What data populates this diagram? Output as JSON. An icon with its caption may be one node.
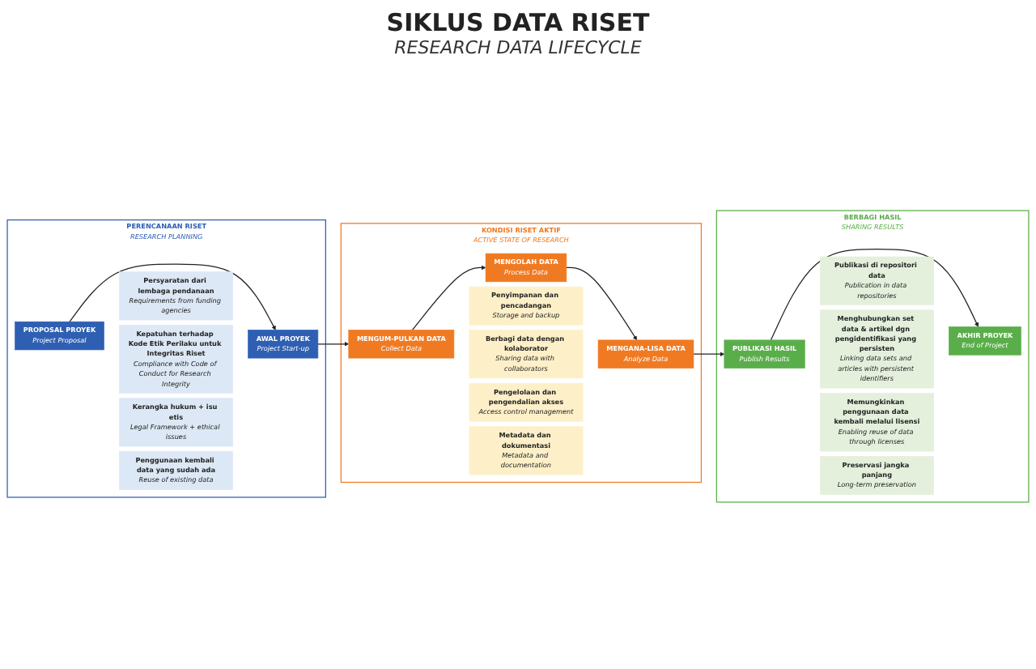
{
  "diagram": {
    "title": "SIKLUS DATA RISET",
    "nodes": [
      {
        "text": [
          "PERENCANAAN RISET",
          "RESEARCH PLANNING"
        ]
      },
      {
        "text": [
          "PROPOSAL PROYEK",
          "Project Proposal"
        ],
        "in": 0
      },
      {
        "text": [
          "AWAL PROYEK",
          "Project Start-up"
        ],
        "in": 0
      },
      {
        "text": [
          "Persyaratan dari lembaga pendanaan",
          "Requirements from funding agencies"
        ],
        "in": 0
      },
      {
        "text": [
          "Kepatuhan terhadap Kode Etik Perilaku untuk Integritas Riset",
          "Compliance with Code of Conduct for Research Integrity"
        ],
        "in": 0
      },
      {
        "text": [
          "Kerangka hukum + isu etis",
          "Legal Framework + ethical issues"
        ],
        "in": 0
      },
      {
        "text": [
          "Penggunaan kembali data yang sudah ada",
          "Reuse of existing data"
        ],
        "in": 0
      },
      {
        "text": [
          "KONDISI RISET AKTIF",
          "ACTIVE STATE OF RESEARCH"
        ]
      },
      {
        "text": [
          "MENGUM-PULKAN DATA",
          "Collect Data"
        ],
        "in": 7
      },
      {
        "text": [
          "MENGOLAH DATA",
          "Process Data"
        ],
        "in": 7
      },
      {
        "text": [
          "MENGANA-LISA DATA",
          "Analyze Data"
        ],
        "in": 7
      },
      {
        "text": [
          "Penyimpanan dan pencadangan",
          "Storage and backup"
        ],
        "in": 7
      },
      {
        "text": [
          "Berbagi data dengan kolaborator",
          "Sharing data with collaborators"
        ],
        "in": 7
      },
      {
        "text": [
          "Pengelolaan dan pengendalian akses",
          "Access control management"
        ],
        "in": 7
      },
      {
        "text": [
          "Metadata dan dokumentasi",
          "Metadata and documentation"
        ],
        "in": 7
      },
      {
        "text": [
          "BERBAGI HASIL",
          "SHARING RESULTS"
        ]
      },
      {
        "text": [
          "PUBLIKASI HASIL",
          "Publish Results"
        ],
        "in": 15
      },
      {
        "text": [
          "AKHIR PROYEK",
          "End of Project"
        ],
        "in": 15
      },
      {
        "text": [
          "Publikasi di repositori data",
          "Publication in data repositories"
        ],
        "in": 15
      },
      {
        "text": [
          "Menghubungkan set data & artikel dgn pengidentifikasi yang persisten",
          "Linking data sets and articles with persistent identifiers"
        ],
        "in": 15
      },
      {
        "text": [
          "Memungkinkan penggunaan data kembali melalui lisensi",
          "Enabling reuse of data through licenses"
        ],
        "in": 15
      },
      {
        "text": [
          "Preservasi jangka panjang",
          "Long-term preservation"
        ],
        "in": 15
      }
    ],
    "edges": [
      {
        "from": 1,
        "to": 2,
        "arrow": "to"
      },
      {
        "from": 2,
        "to": 8,
        "arrow": "to"
      },
      {
        "from": 8,
        "to": 9,
        "arrow": "to"
      },
      {
        "from": 9,
        "to": 10,
        "arrow": "to"
      },
      {
        "from": 10,
        "to": 16,
        "arrow": "to"
      },
      {
        "from": 16,
        "to": 17,
        "arrow": "to"
      }
    ],
    "labels": [
      "RESEARCH DATA LIFECYCLE"
    ]
  }
}
